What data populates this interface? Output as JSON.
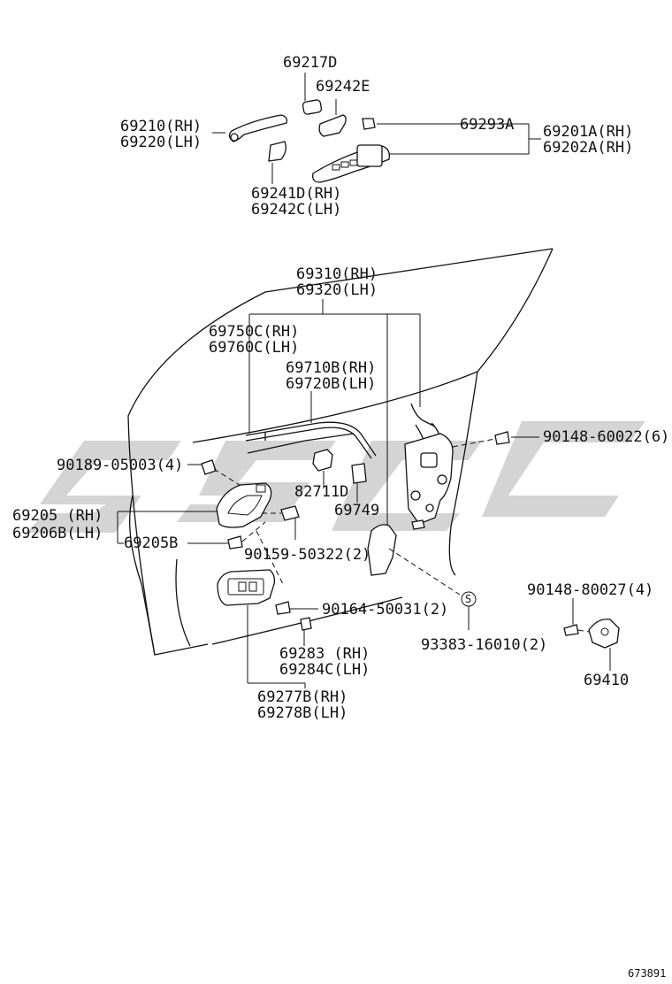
{
  "labels": {
    "p69217D": "69217D",
    "p69242E": "69242E",
    "p69210": "69210(RH)",
    "p69220": "69220(LH)",
    "p69293A": "69293A",
    "p69201A": "69201A(RH)",
    "p69202A": "69202A(RH)",
    "p69241D": "69241D(RH)",
    "p69242C": "69242C(LH)",
    "p69310": "69310(RH)",
    "p69320": "69320(LH)",
    "p69750C": "69750C(RH)",
    "p69760C": "69760C(LH)",
    "p69710B": "69710B(RH)",
    "p69720B": "69720B(LH)",
    "p90148a": "90148-60022(6)",
    "p90189": "90189-05003(4)",
    "p82711D": "82711D",
    "p69749": "69749",
    "p69205": "69205  (RH)",
    "p69206B": "69206B(LH)",
    "p69205B": "69205B",
    "p90159": "90159-50322(2)",
    "pS": "S",
    "p90148b": "90148-80027(4)",
    "p90164": "90164-50031(2)",
    "p93383": "93383-16010(2)",
    "p69283": "69283  (RH)",
    "p69284C": "69284C(LH)",
    "p69410": "69410",
    "p69277B": "69277B(RH)",
    "p69278B": "69278B(LH)",
    "ref": "673891"
  }
}
